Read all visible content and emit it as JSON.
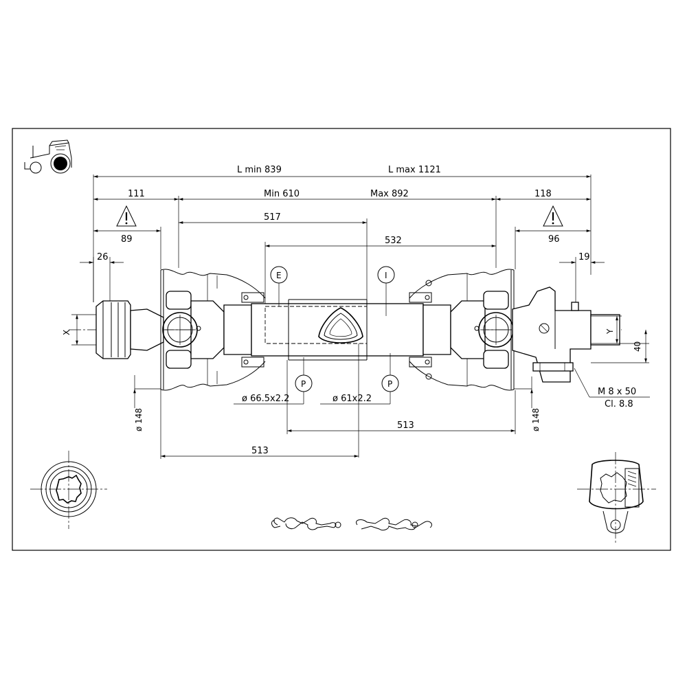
{
  "dimensions": {
    "l_min": "L min 839",
    "l_max": "L max 1121",
    "d111": "111",
    "min610": "Min 610",
    "max892": "Max 892",
    "d118": "118",
    "d89": "89",
    "d96": "96",
    "d517": "517",
    "d532": "532",
    "d26": "26",
    "d19": "19",
    "x_label": "X",
    "y_label": "Y",
    "d40": "40",
    "bolt1": "M 8 x 50",
    "bolt2": "Cl. 8.8",
    "dia148_left": "ø 148",
    "dia148_right": "ø 148",
    "tube_outer": "ø 66.5x2.2",
    "tube_inner": "ø 61x2.2",
    "d513_upper": "513",
    "d513_lower": "513"
  },
  "callouts": {
    "e": "E",
    "i": "I",
    "p1": "P",
    "p2": "P"
  },
  "icons": {
    "tractor": "tractor-icon",
    "warning": "warning-triangle-icon",
    "chain": "safety-chain-icon",
    "spline": "spline-yoke-end-view",
    "shear_bolt": "shear-bolt-clutch-end-view"
  }
}
